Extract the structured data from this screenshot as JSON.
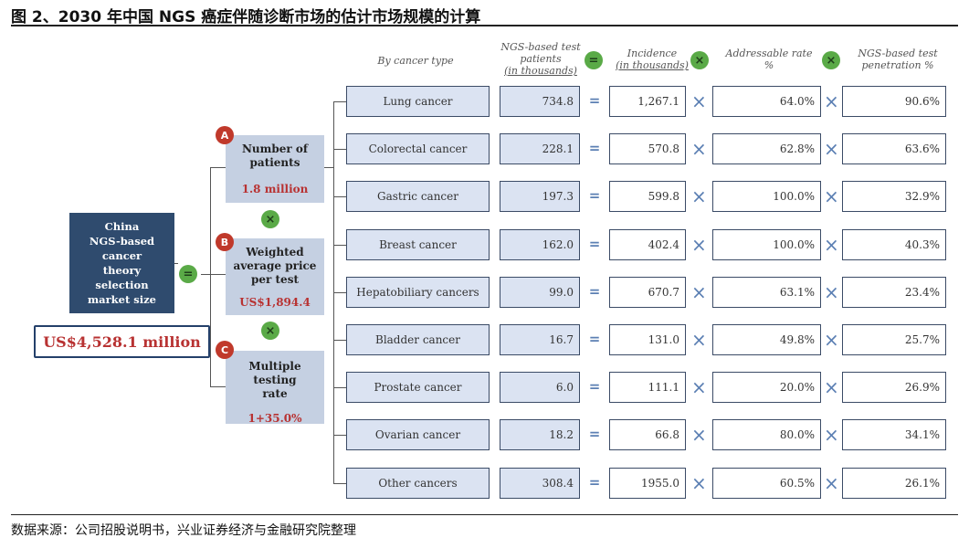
{
  "title": "图 2、2030 年中国 NGS 癌症伴随诊断市场的估计市场规模的计算",
  "source": "数据来源：公司招股说明书，兴业证券经济与金融研究院整理",
  "headers": {
    "by_cancer_type": "By cancer type",
    "patients": [
      "NGS-based test",
      "patients",
      "(in thousands)"
    ],
    "incidence": [
      "Incidence",
      "(in thousands)"
    ],
    "addressable": [
      "Addressable rate",
      "%"
    ],
    "penetration": [
      "NGS-based test",
      "penetration %"
    ]
  },
  "china_box": [
    "China",
    "NGS-based",
    "cancer",
    "theory selection",
    "market size"
  ],
  "total": "US$4,528.1 million",
  "factors": [
    {
      "letter": "A",
      "label": [
        "Number of",
        "patients"
      ],
      "value": "1.8 million"
    },
    {
      "letter": "B",
      "label": [
        "Weighted",
        "average price",
        "per test"
      ],
      "value": "US$1,894.4"
    },
    {
      "letter": "C",
      "label": [
        "Multiple testing",
        "rate"
      ],
      "value": "1+35.0%"
    }
  ],
  "symbols": {
    "equals": "=",
    "times": "×",
    "x_circle": "⨯"
  },
  "rows": [
    {
      "cancer": "Lung cancer",
      "patients": "734.8",
      "incidence": "1,267.1",
      "addressable": "64.0%",
      "penetration": "90.6%"
    },
    {
      "cancer": "Colorectal cancer",
      "patients": "228.1",
      "incidence": "570.8",
      "addressable": "62.8%",
      "penetration": "63.6%"
    },
    {
      "cancer": "Gastric cancer",
      "patients": "197.3",
      "incidence": "599.8",
      "addressable": "100.0%",
      "penetration": "32.9%"
    },
    {
      "cancer": "Breast cancer",
      "patients": "162.0",
      "incidence": "402.4",
      "addressable": "100.0%",
      "penetration": "40.3%"
    },
    {
      "cancer": "Hepatobiliary cancers",
      "patients": "99.0",
      "incidence": "670.7",
      "addressable": "63.1%",
      "penetration": "23.4%"
    },
    {
      "cancer": "Bladder cancer",
      "patients": "16.7",
      "incidence": "131.0",
      "addressable": "49.8%",
      "penetration": "25.7%"
    },
    {
      "cancer": "Prostate cancer",
      "patients": "6.0",
      "incidence": "111.1",
      "addressable": "20.0%",
      "penetration": "26.9%"
    },
    {
      "cancer": "Ovarian cancer",
      "patients": "18.2",
      "incidence": "66.8",
      "addressable": "80.0%",
      "penetration": "34.1%"
    },
    {
      "cancer": "Other cancers",
      "patients": "308.4",
      "incidence": "1955.0",
      "addressable": "60.5%",
      "penetration": "26.1%"
    }
  ]
}
